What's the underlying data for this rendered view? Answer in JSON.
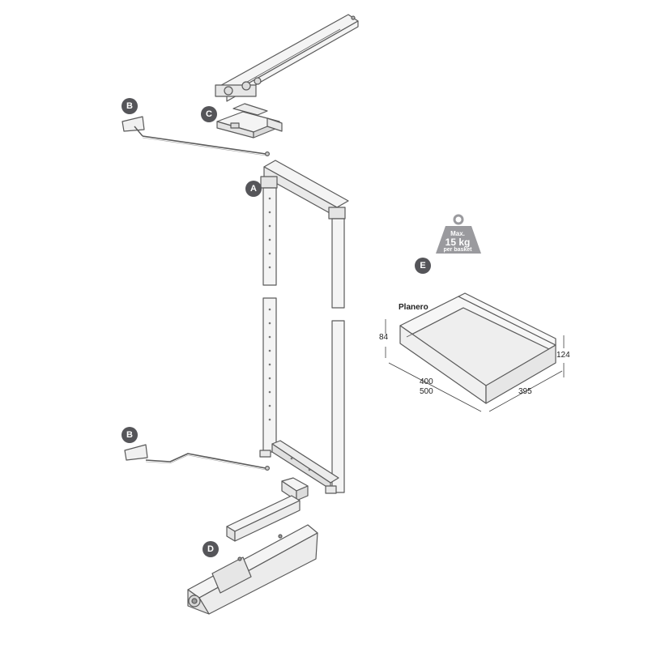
{
  "callouts": {
    "frame": "A",
    "rod_top": "B",
    "bracket_top": "C",
    "base_guide": "D",
    "basket": "E",
    "rod_bottom": "B"
  },
  "weight_badge": {
    "line1": "Max.",
    "line2": "15 kg",
    "line3": "per basket"
  },
  "basket": {
    "name": "Planero",
    "height_inner": "84",
    "height_outer": "124",
    "width_1": "400",
    "width_2": "500",
    "depth": "395"
  },
  "colors": {
    "badge": "#555559",
    "weight_icon": "#9a9a9e",
    "line": "#555555",
    "fill": "#f2f2f2"
  }
}
